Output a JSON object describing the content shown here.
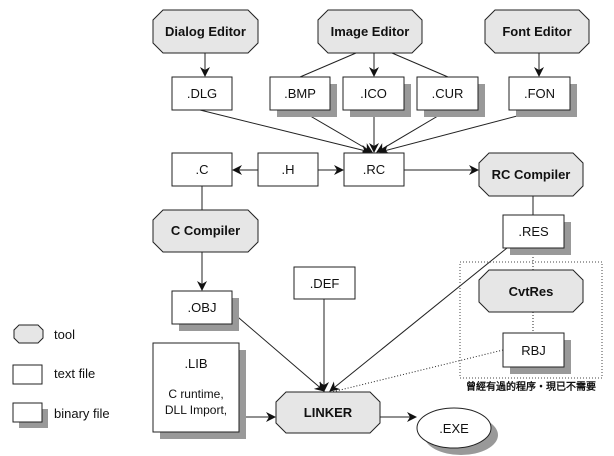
{
  "diagram": {
    "tools": {
      "dialog_editor": "Dialog Editor",
      "image_editor": "Image Editor",
      "font_editor": "Font Editor",
      "rc_compiler": "RC Compiler",
      "c_compiler": "C Compiler",
      "cvtres": "CvtRes",
      "linker": "LINKER"
    },
    "files": {
      "dlg": ".DLG",
      "bmp": ".BMP",
      "ico": ".ICO",
      "cur": ".CUR",
      "fon": ".FON",
      "c": ".C",
      "h": ".H",
      "rc": ".RC",
      "res": ".RES",
      "obj": ".OBJ",
      "def": ".DEF",
      "rbj": "RBJ",
      "lib": ".LIB",
      "lib_line1": "C runtime,",
      "lib_line2": "DLL Import,",
      "exe": ".EXE"
    },
    "obsolete_note": "曾經有過的程序・現已不需要",
    "legend": {
      "tool": "tool",
      "text_file": "text file",
      "binary_file": "binary file"
    },
    "colors": {
      "tool_fill": "#e6e6e6",
      "shadow": "#999999",
      "stroke": "#222222"
    }
  }
}
